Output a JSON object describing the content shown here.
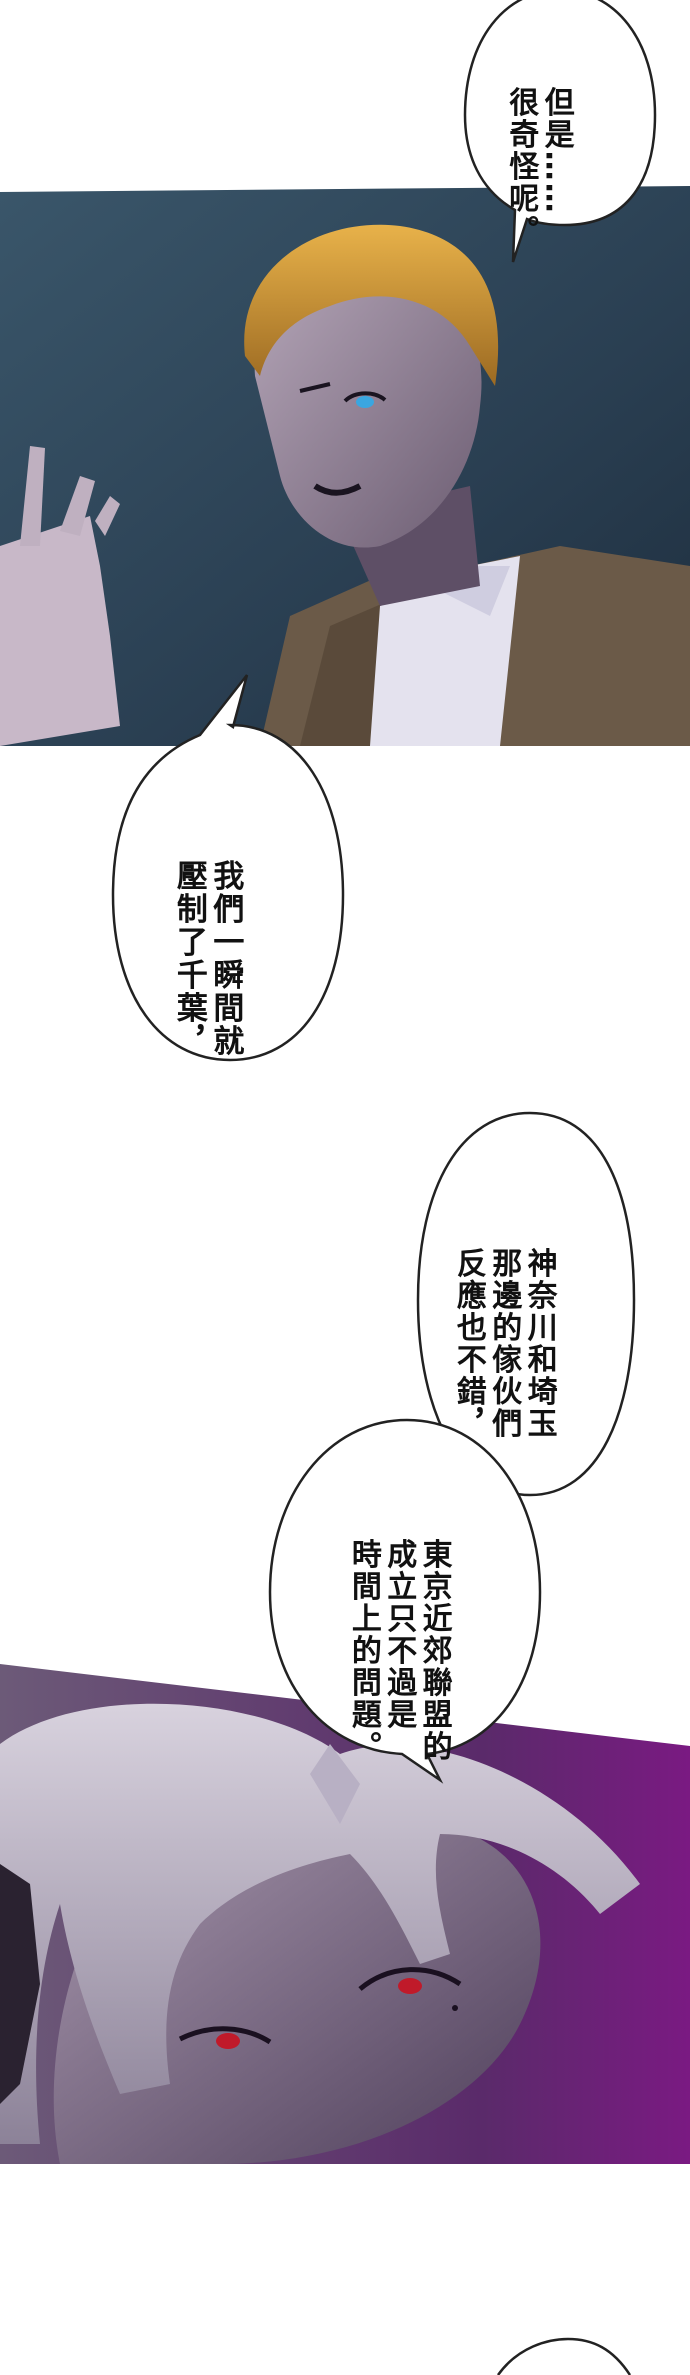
{
  "comic": {
    "bubbles": [
      {
        "id": "bubble-1",
        "lines": [
          "但是……",
          "很奇怪呢。"
        ]
      },
      {
        "id": "bubble-2",
        "lines": [
          "我們一瞬間就",
          "壓制了千葉，"
        ]
      },
      {
        "id": "bubble-3",
        "lines": [
          "神奈川和埼玉",
          "那邊的傢伙們",
          "反應也不錯，"
        ]
      },
      {
        "id": "bubble-4",
        "lines": [
          "東京近郊聯盟的",
          "成立只不過是",
          "時間上的問題。"
        ]
      }
    ],
    "panels": [
      {
        "id": "panel-blonde-man",
        "character": "blonde-man-in-brown-jacket",
        "background": "#2f4a5c"
      },
      {
        "id": "panel-silver-hair",
        "character": "silver-haired-man-red-eyes",
        "background": "#5a2a66"
      }
    ]
  }
}
